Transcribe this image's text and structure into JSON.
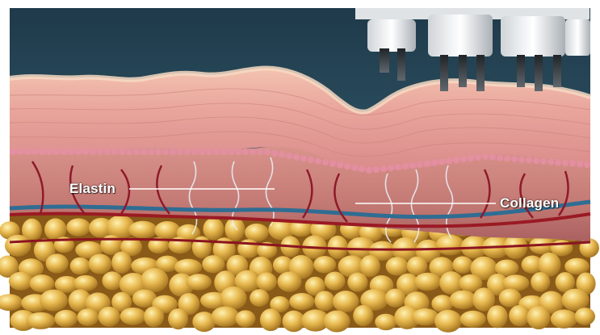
{
  "illustration": {
    "subject": "skin-cross-section-with-device",
    "labels": {
      "elastin": "Elastin",
      "collagen": "Collagen"
    },
    "colors": {
      "background_top": "#2b4a5b",
      "epidermis": "#e6a39a",
      "dermis": "#b86a6a",
      "blood_vessel_red": "#9a1a24",
      "blood_vessel_blue": "#2f6d93",
      "fat": "#d9a33a",
      "elastin_fibers": "#dfe7ef"
    },
    "icons": [
      "device-head-icon"
    ]
  }
}
